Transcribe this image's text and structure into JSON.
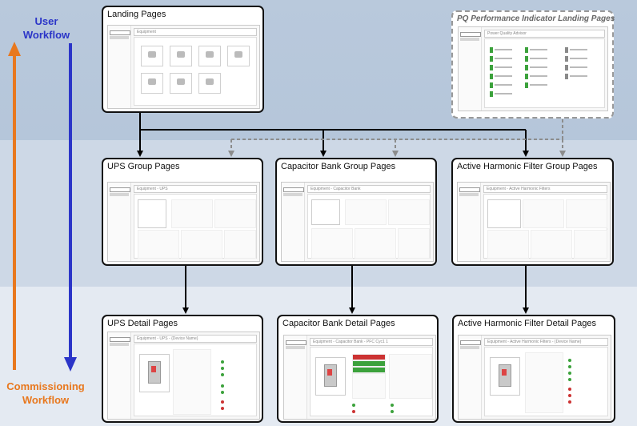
{
  "workflow": {
    "user_label": "User Workflow",
    "user_color": "#2b35c8",
    "commissioning_label": "Commissioning Workflow",
    "commissioning_color": "#e8781e"
  },
  "boxes": {
    "landing": {
      "title": "Landing Pages",
      "header": "Equipment"
    },
    "pq": {
      "title": "PQ Performance Indicator Landing Pages",
      "header": "Power Quality Advisor"
    },
    "ups_group": {
      "title": "UPS Group Pages",
      "header": "Equipment - UPS"
    },
    "cap_group": {
      "title": "Capacitor Bank Group Pages",
      "header": "Equipment - Capacitor Bank"
    },
    "ahf_group": {
      "title": "Active Harmonic Filter Group Pages",
      "header": "Equipment - Active Harmonic Filters"
    },
    "ups_detail": {
      "title": "UPS Detail Pages",
      "header": "Equipment - UPS - {Device Name}"
    },
    "cap_detail": {
      "title": "Capacitor Bank Detail Pages",
      "header": "Equipment - Capacitor Bank - PFC Cyc1 1"
    },
    "ahf_detail": {
      "title": "Active Harmonic Filter Detail Pages",
      "header": "Equipment - Active Harmonic Filters - {Device Name}"
    }
  },
  "connector_colors": {
    "solid": "#000000",
    "dashed": "#8c8c8c"
  }
}
